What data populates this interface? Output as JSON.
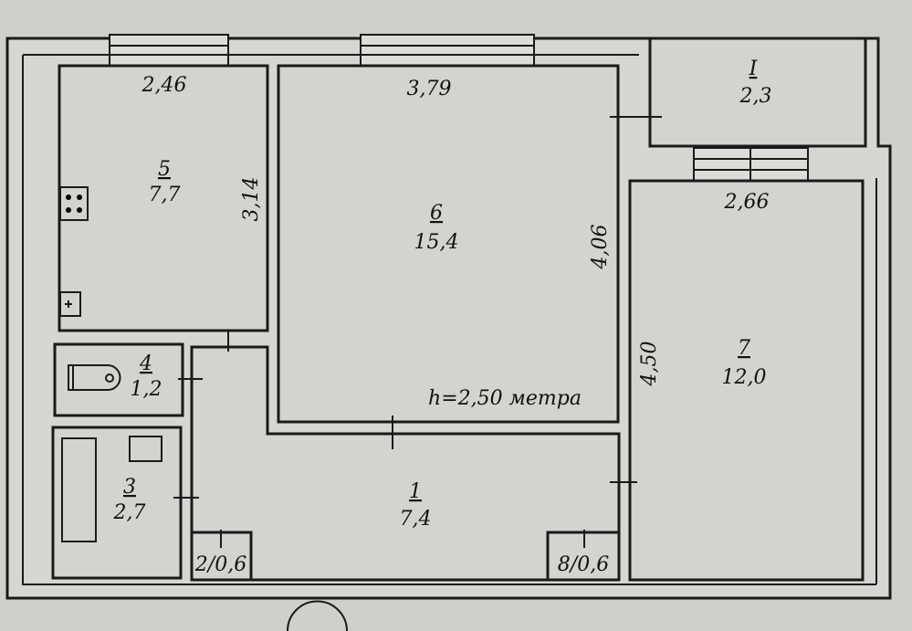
{
  "plan": {
    "height_label": "h=2,50 метра",
    "rooms": [
      {
        "number": "1",
        "area": "7,4"
      },
      {
        "number": "3",
        "area": "2,7"
      },
      {
        "number": "4",
        "area": "1,2"
      },
      {
        "number": "5",
        "area": "7,7"
      },
      {
        "number": "6",
        "area": "15,4"
      },
      {
        "number": "7",
        "area": "12,0"
      },
      {
        "number": "I",
        "area": "2,3"
      }
    ],
    "closets": [
      "2/0,6",
      "8/0,6"
    ],
    "dimensions": {
      "kitchen_width": "2,46",
      "kitchen_depth": "3,14",
      "room6_width": "3,79",
      "room6_depth": "4,06",
      "room7_width": "2,66",
      "room7_depth": "4,50"
    }
  }
}
